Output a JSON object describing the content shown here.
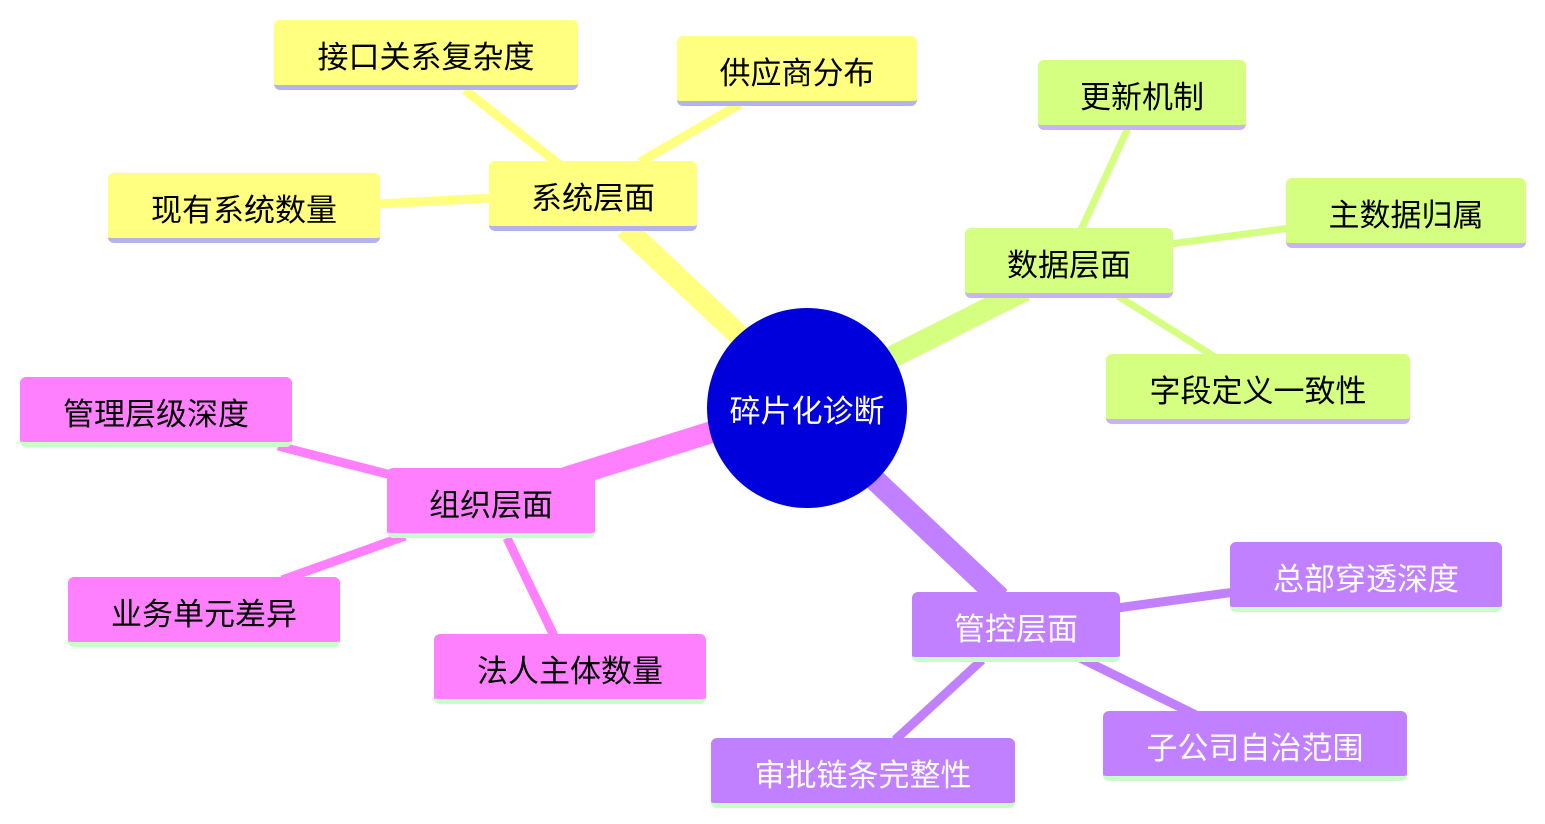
{
  "root": {
    "label": "碎片化诊断",
    "color": "#0000dd"
  },
  "branches": [
    {
      "key": "system",
      "label": "系统层面",
      "color": "#ffff80",
      "children": [
        "接口关系复杂度",
        "供应商分布",
        "现有系统数量"
      ]
    },
    {
      "key": "data",
      "label": "数据层面",
      "color": "#d4ff80",
      "children": [
        "更新机制",
        "主数据归属",
        "字段定义一致性"
      ]
    },
    {
      "key": "org",
      "label": "组织层面",
      "color": "#ff80ff",
      "children": [
        "管理层级深度",
        "业务单元差异",
        "法人主体数量"
      ]
    },
    {
      "key": "control",
      "label": "管控层面",
      "color": "#c080ff",
      "children": [
        "总部穿透深度",
        "子公司自治范围",
        "审批链条完整性"
      ]
    }
  ]
}
